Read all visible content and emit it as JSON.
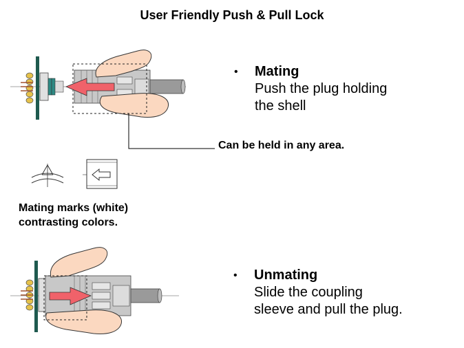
{
  "title": "User Friendly Push & Pull Lock",
  "callout": "Can be held in any area.",
  "mating_marks_caption": [
    "Mating marks (white)",
    "contrasting colors."
  ],
  "mating": {
    "bullet": "•",
    "heading": "Mating",
    "lines": [
      "Push the plug holding",
      "the shell"
    ]
  },
  "unmating": {
    "bullet": "•",
    "heading": "Unmating",
    "lines": [
      "Slide the coupling",
      "sleeve and pull the plug."
    ]
  },
  "colors": {
    "board": "#1f5a4f",
    "finger": "#fbd8c0",
    "arrow": "#f0626a",
    "body_gray": "#c8c8c8",
    "cable": "#9a9a9a",
    "gold": "#e6c24a",
    "teal": "#2e8a84"
  }
}
